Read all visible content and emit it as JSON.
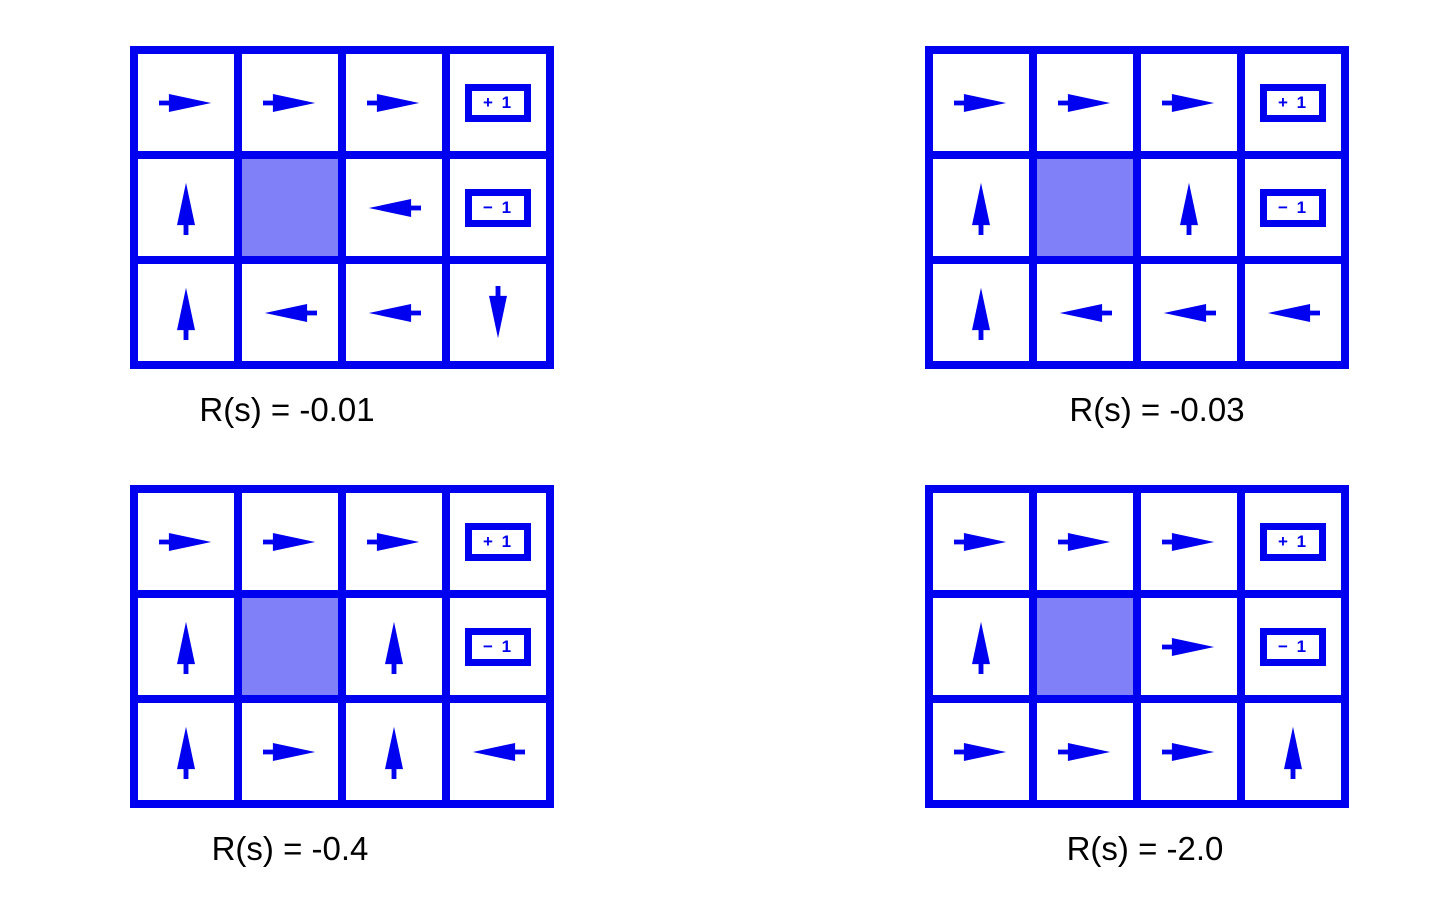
{
  "colors": {
    "line_blue": "#0000f0",
    "wall_fill": "#8080f8",
    "label_text": "#000000",
    "background": "#ffffff"
  },
  "terminals": {
    "plus": "+ 1",
    "minus": "− 1"
  },
  "grids": [
    {
      "label": "R(s) = -0.01",
      "cells": [
        [
          "right",
          "right",
          "right",
          "plus"
        ],
        [
          "up",
          "wall",
          "left",
          "minus"
        ],
        [
          "up",
          "left",
          "left",
          "down"
        ]
      ]
    },
    {
      "label": "R(s) = -0.03",
      "cells": [
        [
          "right",
          "right",
          "right",
          "plus"
        ],
        [
          "up",
          "wall",
          "up",
          "minus"
        ],
        [
          "up",
          "left",
          "left",
          "left"
        ]
      ]
    },
    {
      "label": "R(s) = -0.4",
      "cells": [
        [
          "right",
          "right",
          "right",
          "plus"
        ],
        [
          "up",
          "wall",
          "up",
          "minus"
        ],
        [
          "up",
          "right",
          "up",
          "left"
        ]
      ]
    },
    {
      "label": "R(s) = -2.0",
      "cells": [
        [
          "right",
          "right",
          "right",
          "plus"
        ],
        [
          "up",
          "wall",
          "right",
          "minus"
        ],
        [
          "right",
          "right",
          "right",
          "up"
        ]
      ]
    }
  ]
}
